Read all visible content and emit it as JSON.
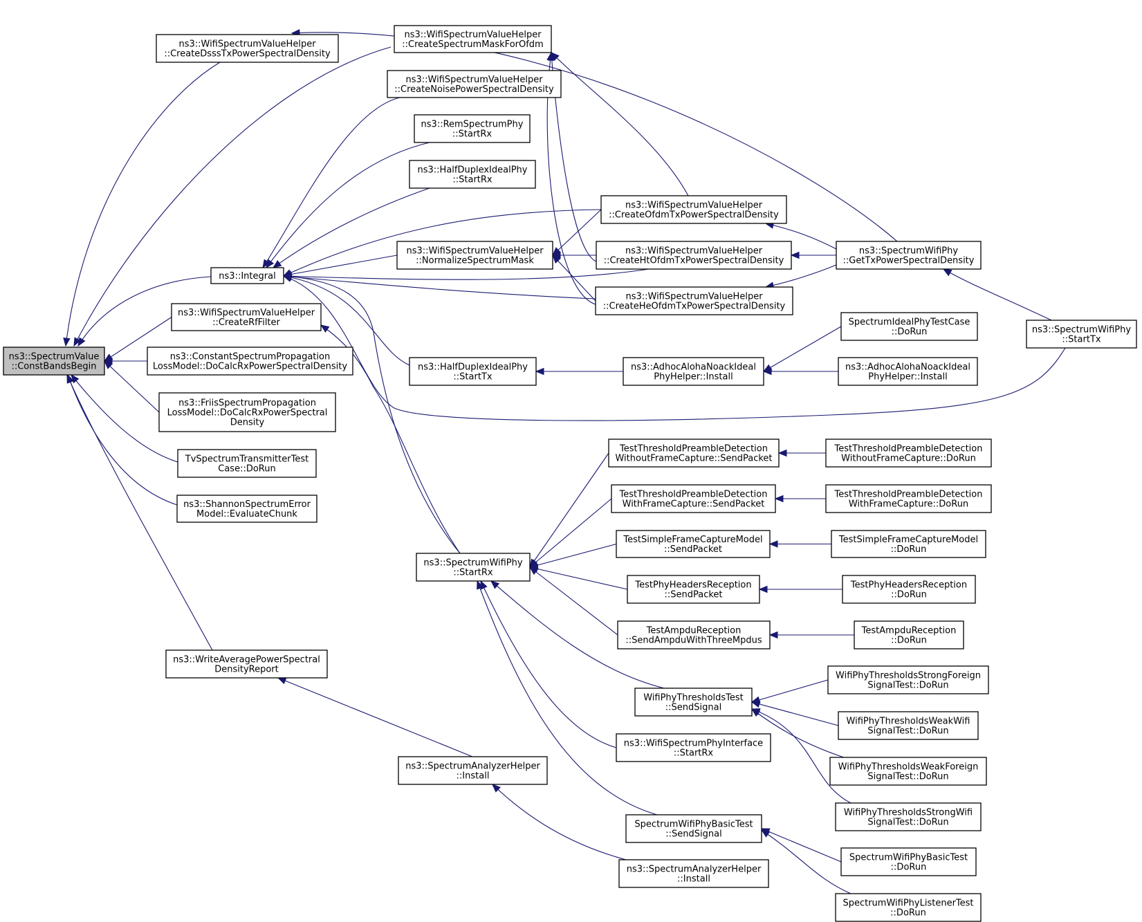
{
  "nodes": [
    {
      "id": "root",
      "lines": [
        "ns3::SpectrumValue",
        "::ConstBandsBegin"
      ],
      "highlight": true
    },
    {
      "id": "dsss",
      "lines": [
        "ns3::WifiSpectrumValueHelper",
        "::CreateDsssTxPowerSpectralDensity"
      ]
    },
    {
      "id": "mask",
      "lines": [
        "ns3::WifiSpectrumValueHelper",
        "::CreateSpectrumMaskForOfdm"
      ]
    },
    {
      "id": "noise",
      "lines": [
        "ns3::WifiSpectrumValueHelper",
        "::CreateNoisePowerSpectralDensity"
      ]
    },
    {
      "id": "remrx",
      "lines": [
        "ns3::RemSpectrumPhy",
        "::StartRx"
      ]
    },
    {
      "id": "hdrx",
      "lines": [
        "ns3::HalfDuplexIdealPhy",
        "::StartRx"
      ]
    },
    {
      "id": "ofdm",
      "lines": [
        "ns3::WifiSpectrumValueHelper",
        "::CreateOfdmTxPowerSpectralDensity"
      ]
    },
    {
      "id": "norm",
      "lines": [
        "ns3::WifiSpectrumValueHelper",
        "::NormalizeSpectrumMask"
      ]
    },
    {
      "id": "htofdm",
      "lines": [
        "ns3::WifiSpectrumValueHelper",
        "::CreateHtOfdmTxPowerSpectralDensity"
      ]
    },
    {
      "id": "getpsd",
      "lines": [
        "ns3::SpectrumWifiPhy",
        "::GetTxPowerSpectralDensity"
      ]
    },
    {
      "id": "integral",
      "lines": [
        "ns3::Integral"
      ]
    },
    {
      "id": "heofdm",
      "lines": [
        "ns3::WifiSpectrumValueHelper",
        "::CreateHeOfdmTxPowerSpectralDensity"
      ]
    },
    {
      "id": "rffilter",
      "lines": [
        "ns3::WifiSpectrumValueHelper",
        "::CreateRfFilter"
      ]
    },
    {
      "id": "sidealtc",
      "lines": [
        "SpectrumIdealPhyTestCase",
        "::DoRun"
      ]
    },
    {
      "id": "swptx",
      "lines": [
        "ns3::SpectrumWifiPhy",
        "::StartTx"
      ]
    },
    {
      "id": "constprop",
      "lines": [
        "ns3::ConstantSpectrumPropagation",
        "LossModel::DoCalcRxPowerSpectralDensity"
      ]
    },
    {
      "id": "hdtx",
      "lines": [
        "ns3::HalfDuplexIdealPhy",
        "::StartTx"
      ]
    },
    {
      "id": "adhoc1",
      "lines": [
        "ns3::AdhocAlohaNoackIdeal",
        "PhyHelper::Install"
      ]
    },
    {
      "id": "adhoc2",
      "lines": [
        "ns3::AdhocAlohaNoackIdeal",
        "PhyHelper::Install"
      ]
    },
    {
      "id": "friis",
      "lines": [
        "ns3::FriisSpectrumPropagation",
        "LossModel::DoCalcRxPowerSpectral",
        "Density"
      ]
    },
    {
      "id": "tvtx",
      "lines": [
        "TvSpectrumTransmitterTest",
        "Case::DoRun"
      ]
    },
    {
      "id": "ttpd1sp",
      "lines": [
        "TestThresholdPreambleDetection",
        "WithoutFrameCapture::SendPacket"
      ]
    },
    {
      "id": "ttpd1dr",
      "lines": [
        "TestThresholdPreambleDetection",
        "WithoutFrameCapture::DoRun"
      ]
    },
    {
      "id": "shannon",
      "lines": [
        "ns3::ShannonSpectrumError",
        "Model::EvaluateChunk"
      ]
    },
    {
      "id": "ttpd2sp",
      "lines": [
        "TestThresholdPreambleDetection",
        "WithFrameCapture::SendPacket"
      ]
    },
    {
      "id": "ttpd2dr",
      "lines": [
        "TestThresholdPreambleDetection",
        "WithFrameCapture::DoRun"
      ]
    },
    {
      "id": "tsfcsp",
      "lines": [
        "TestSimpleFrameCaptureModel",
        "::SendPacket"
      ]
    },
    {
      "id": "tsfcdr",
      "lines": [
        "TestSimpleFrameCaptureModel",
        "::DoRun"
      ]
    },
    {
      "id": "swprx",
      "lines": [
        "ns3::SpectrumWifiPhy",
        "::StartRx"
      ]
    },
    {
      "id": "tphsp",
      "lines": [
        "TestPhyHeadersReception",
        "::SendPacket"
      ]
    },
    {
      "id": "tphdr",
      "lines": [
        "TestPhyHeadersReception",
        "::DoRun"
      ]
    },
    {
      "id": "tarsp",
      "lines": [
        "TestAmpduReception",
        "::SendAmpduWithThreeMpdus"
      ]
    },
    {
      "id": "tardr",
      "lines": [
        "TestAmpduReception",
        "::DoRun"
      ]
    },
    {
      "id": "wapsd",
      "lines": [
        "ns3::WriteAveragePowerSpectral",
        "DensityReport"
      ]
    },
    {
      "id": "wptsf",
      "lines": [
        "WifiPhyThresholdsStrongForeign",
        "SignalTest::DoRun"
      ]
    },
    {
      "id": "wptss",
      "lines": [
        "WifiPhyThresholdsTest",
        "::SendSignal"
      ]
    },
    {
      "id": "wptww",
      "lines": [
        "WifiPhyThresholdsWeakWifi",
        "SignalTest::DoRun"
      ]
    },
    {
      "id": "wspirx",
      "lines": [
        "ns3::WifiSpectrumPhyInterface",
        "::StartRx"
      ]
    },
    {
      "id": "sahi1",
      "lines": [
        "ns3::SpectrumAnalyzerHelper",
        "::Install"
      ]
    },
    {
      "id": "wptwf",
      "lines": [
        "WifiPhyThresholdsWeakForeign",
        "SignalTest::DoRun"
      ]
    },
    {
      "id": "wptsw",
      "lines": [
        "WifiPhyThresholdsStrongWifi",
        "SignalTest::DoRun"
      ]
    },
    {
      "id": "swpbss",
      "lines": [
        "SpectrumWifiPhyBasicTest",
        "::SendSignal"
      ]
    },
    {
      "id": "swpbdr",
      "lines": [
        "SpectrumWifiPhyBasicTest",
        "::DoRun"
      ]
    },
    {
      "id": "sahi2",
      "lines": [
        "ns3::SpectrumAnalyzerHelper",
        "::Install"
      ]
    },
    {
      "id": "swpldr",
      "lines": [
        "SpectrumWifiPhyListenerTest",
        "::DoRun"
      ]
    }
  ],
  "edges": [
    {
      "from": "dsss",
      "to": "root"
    },
    {
      "from": "mask",
      "to": "root"
    },
    {
      "from": "integral",
      "to": "root"
    },
    {
      "from": "rffilter",
      "to": "root"
    },
    {
      "from": "constprop",
      "to": "root"
    },
    {
      "from": "friis",
      "to": "root"
    },
    {
      "from": "tvtx",
      "to": "root"
    },
    {
      "from": "shannon",
      "to": "root"
    },
    {
      "from": "wapsd",
      "to": "root"
    },
    {
      "from": "getpsd",
      "to": "dsss"
    },
    {
      "from": "ofdm",
      "to": "mask"
    },
    {
      "from": "htofdm",
      "to": "mask"
    },
    {
      "from": "heofdm",
      "to": "mask"
    },
    {
      "from": "noise",
      "to": "integral"
    },
    {
      "from": "remrx",
      "to": "integral"
    },
    {
      "from": "hdrx",
      "to": "integral"
    },
    {
      "from": "ofdm",
      "to": "integral"
    },
    {
      "from": "norm",
      "to": "integral"
    },
    {
      "from": "htofdm",
      "to": "integral"
    },
    {
      "from": "heofdm",
      "to": "integral"
    },
    {
      "from": "hdtx",
      "to": "integral"
    },
    {
      "from": "swptx",
      "to": "integral"
    },
    {
      "from": "swprx",
      "to": "integral"
    },
    {
      "from": "ofdm",
      "to": "norm"
    },
    {
      "from": "htofdm",
      "to": "norm"
    },
    {
      "from": "heofdm",
      "to": "norm"
    },
    {
      "from": "getpsd",
      "to": "ofdm"
    },
    {
      "from": "getpsd",
      "to": "htofdm"
    },
    {
      "from": "getpsd",
      "to": "heofdm"
    },
    {
      "from": "swptx",
      "to": "getpsd"
    },
    {
      "from": "swprx",
      "to": "rffilter"
    },
    {
      "from": "adhoc1",
      "to": "hdtx"
    },
    {
      "from": "sidealtc",
      "to": "adhoc1"
    },
    {
      "from": "adhoc2",
      "to": "adhoc1"
    },
    {
      "from": "ttpd1sp",
      "to": "swprx"
    },
    {
      "from": "ttpd2sp",
      "to": "swprx"
    },
    {
      "from": "tsfcsp",
      "to": "swprx"
    },
    {
      "from": "tphsp",
      "to": "swprx"
    },
    {
      "from": "tarsp",
      "to": "swprx"
    },
    {
      "from": "wptss",
      "to": "swprx"
    },
    {
      "from": "wspirx",
      "to": "swprx"
    },
    {
      "from": "swpbss",
      "to": "swprx"
    },
    {
      "from": "ttpd1dr",
      "to": "ttpd1sp"
    },
    {
      "from": "ttpd2dr",
      "to": "ttpd2sp"
    },
    {
      "from": "tsfcdr",
      "to": "tsfcsp"
    },
    {
      "from": "tphdr",
      "to": "tphsp"
    },
    {
      "from": "tardr",
      "to": "tarsp"
    },
    {
      "from": "wptsf",
      "to": "wptss"
    },
    {
      "from": "wptww",
      "to": "wptss"
    },
    {
      "from": "wptwf",
      "to": "wptss"
    },
    {
      "from": "wptsw",
      "to": "wptss"
    },
    {
      "from": "swpbdr",
      "to": "swpbss"
    },
    {
      "from": "swpldr",
      "to": "swpbss"
    },
    {
      "from": "sahi1",
      "to": "wapsd"
    },
    {
      "from": "sahi2",
      "to": "sahi1"
    }
  ],
  "colors": {
    "edge": "#191970",
    "root_fill": "#bfbfbf",
    "node_border": "#000000"
  }
}
